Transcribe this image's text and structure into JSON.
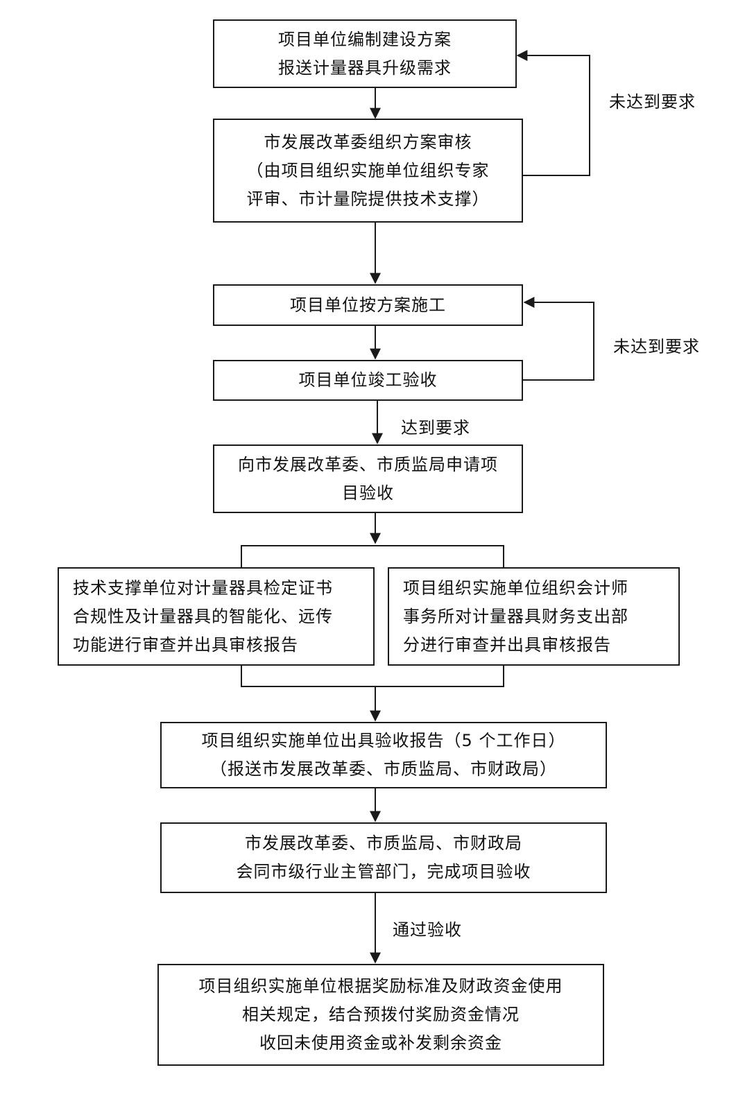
{
  "nodes": {
    "n1": [
      "项目单位编制建设方案",
      "报送计量器具升级需求"
    ],
    "n2": [
      "市发展改革委组织方案审核",
      "（由项目组织实施单位组织专家",
      "评审、市计量院提供技术支撑）"
    ],
    "n3": [
      "项目单位按方案施工"
    ],
    "n4": [
      "项目单位竣工验收"
    ],
    "n5": [
      "向市发展改革委、市质监局申请项",
      "目验收"
    ],
    "n6": [
      "技术支撑单位对计量器具检定证书",
      "合规性及计量器具的智能化、远传",
      "功能进行审查并出具审核报告"
    ],
    "n7": [
      "项目组织实施单位组织会计师",
      "事务所对计量器具财务支出部",
      "分进行审查并出具审核报告"
    ],
    "n8": [
      "项目组织实施单位出具验收报告（5 个工作日）",
      "（报送市发展改革委、市质监局、市财政局）"
    ],
    "n9": [
      "市发展改革委、市质监局、市财政局",
      "会同市级行业主管部门，完成项目验收"
    ],
    "n10": [
      "项目组织实施单位根据奖励标准及财政资金使用",
      "相关规定，结合预拨付奖励资金情况",
      "收回未使用资金或补发剩余资金"
    ]
  },
  "edge_labels": {
    "loop1": "未达到要求",
    "loop2": "未达到要求",
    "pass1": "达到要求",
    "pass2": "通过验收"
  }
}
